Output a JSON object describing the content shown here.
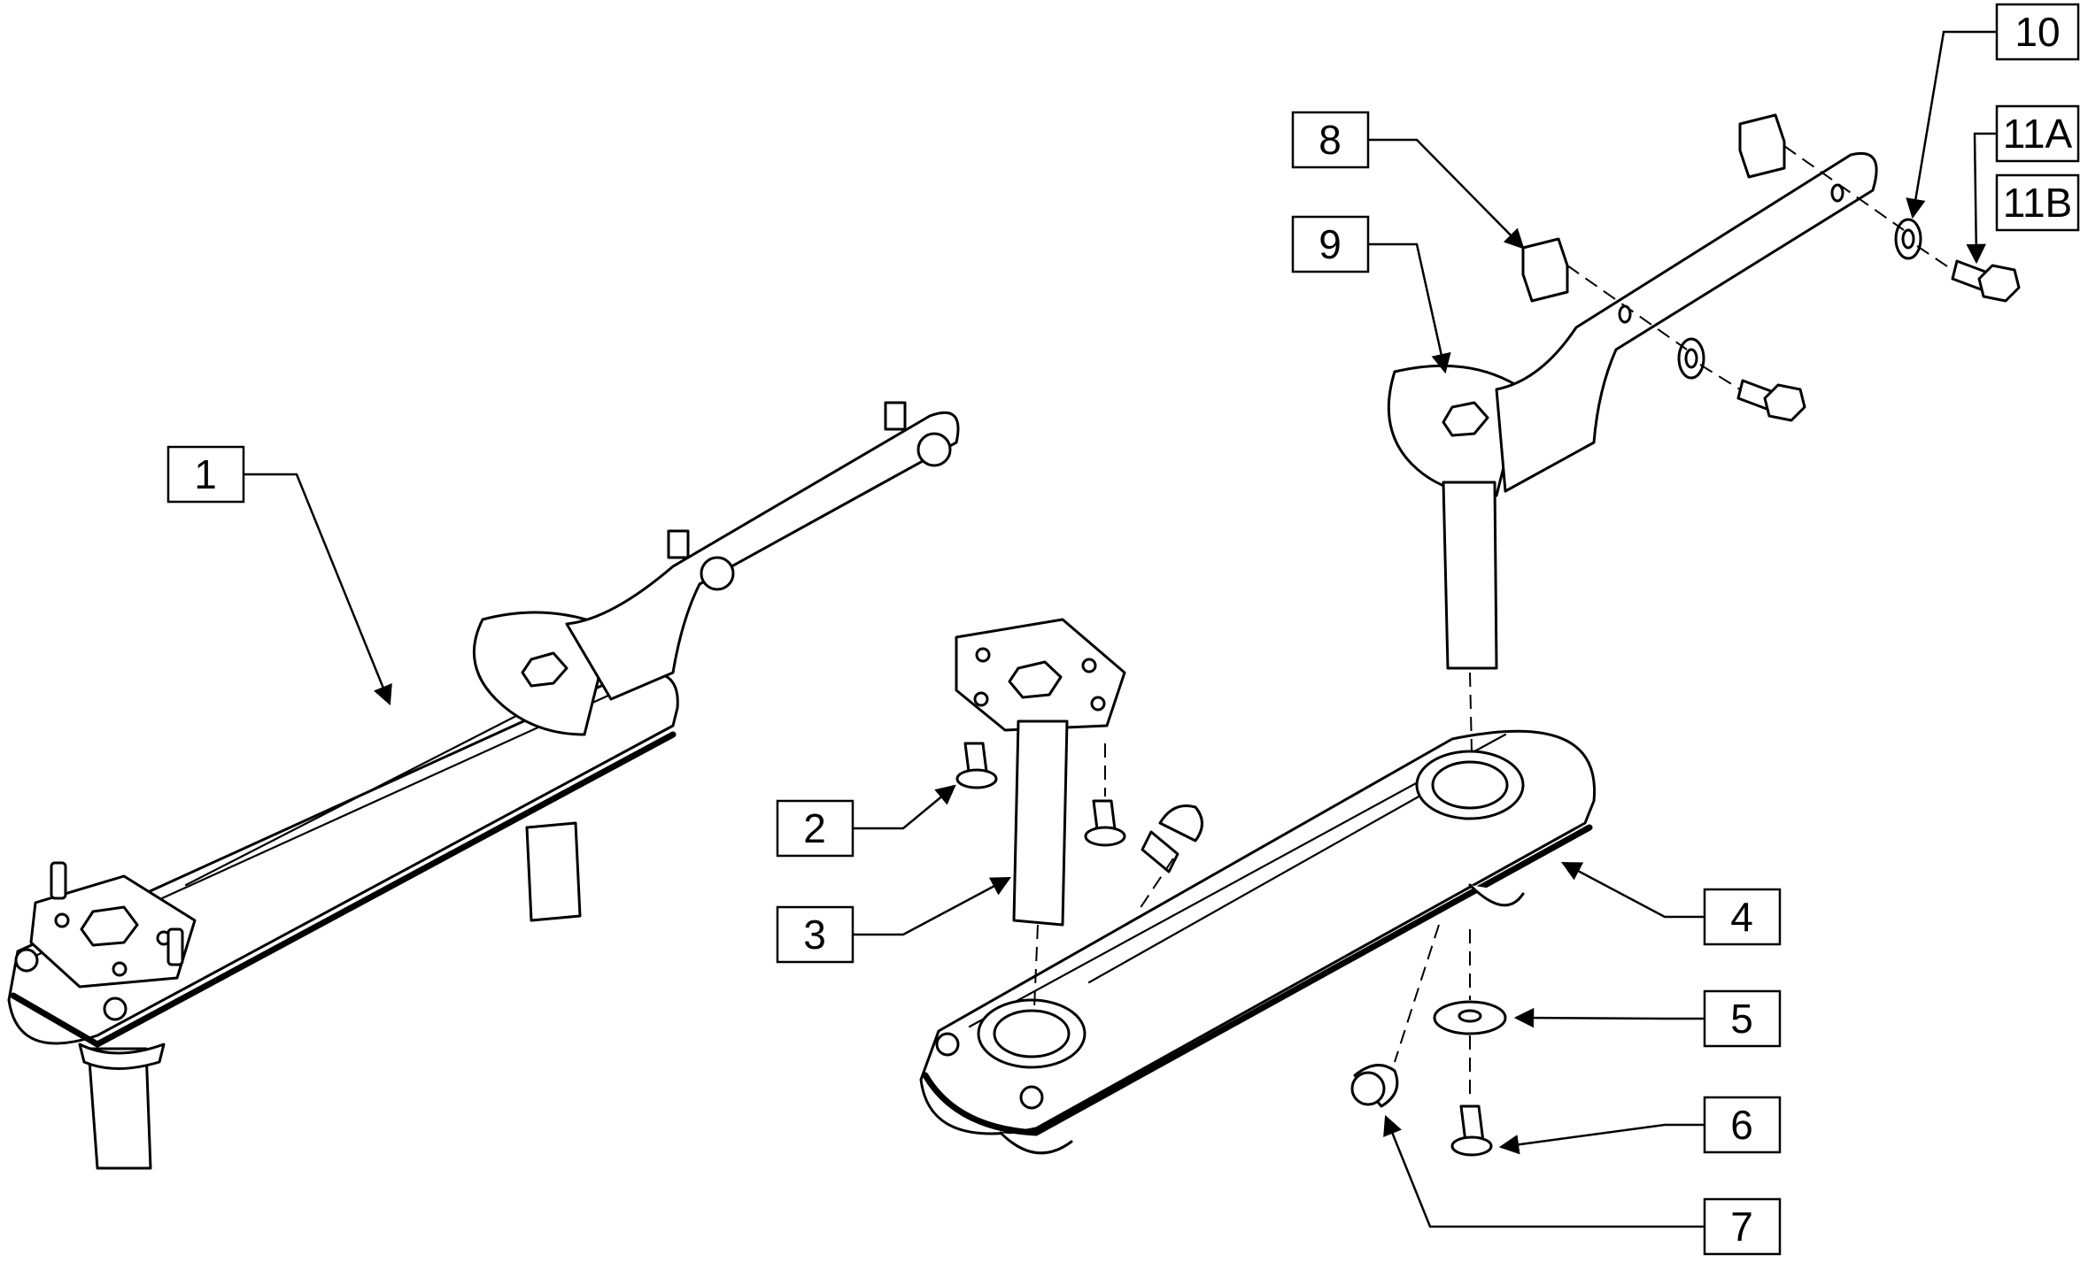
{
  "callouts": [
    {
      "id": "1",
      "label": "1"
    },
    {
      "id": "2",
      "label": "2"
    },
    {
      "id": "3",
      "label": "3"
    },
    {
      "id": "4",
      "label": "4"
    },
    {
      "id": "5",
      "label": "5"
    },
    {
      "id": "6",
      "label": "6"
    },
    {
      "id": "7",
      "label": "7"
    },
    {
      "id": "8",
      "label": "8"
    },
    {
      "id": "9",
      "label": "9"
    },
    {
      "id": "10",
      "label": "10"
    },
    {
      "id": "11a",
      "label": "11A"
    },
    {
      "id": "11b",
      "label": "11B"
    }
  ]
}
